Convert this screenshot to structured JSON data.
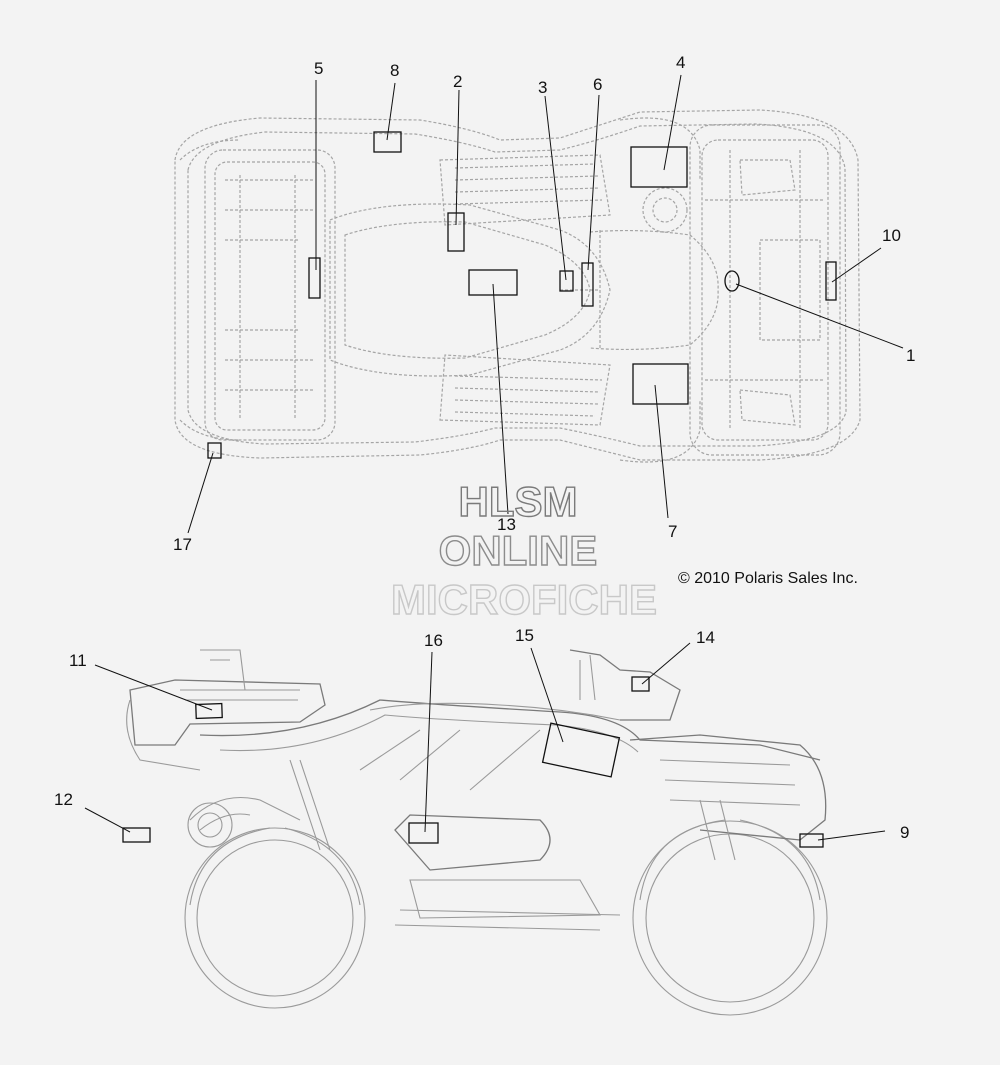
{
  "watermark": {
    "line1": "HLSM",
    "line2": "ONLINE",
    "line3": "MICROFICHE"
  },
  "copyright": "© 2010 Polaris Sales Inc.",
  "callouts": {
    "c1": "1",
    "c2": "2",
    "c3": "3",
    "c4": "4",
    "c5": "5",
    "c6": "6",
    "c7": "7",
    "c8": "8",
    "c9": "9",
    "c10": "10",
    "c11": "11",
    "c12": "12",
    "c13": "13",
    "c14": "14",
    "c15": "15",
    "c16": "16",
    "c17": "17"
  }
}
